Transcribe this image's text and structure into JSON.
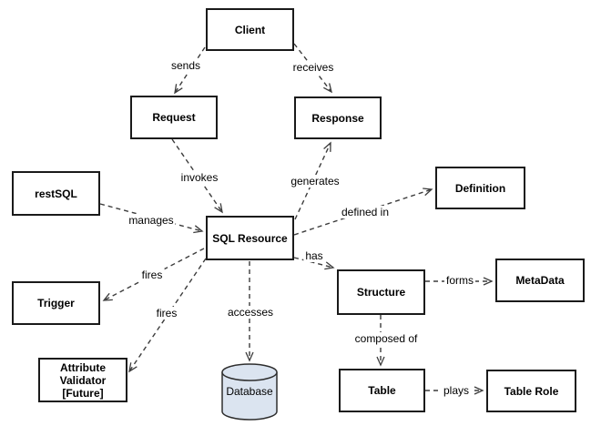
{
  "diagram": {
    "type": "uml-concept-diagram",
    "colors": {
      "node_border": "#1a1a1a",
      "node_fill": "#ffffff",
      "edge_line": "#3c3c3c",
      "text": "#000000",
      "database_fill": "#dbe4f0",
      "database_border": "#2e2e2e",
      "background": "#ffffff"
    },
    "nodes": {
      "client": {
        "label": "Client"
      },
      "request": {
        "label": "Request"
      },
      "response": {
        "label": "Response"
      },
      "restsql": {
        "label": "restSQL"
      },
      "definition": {
        "label": "Definition"
      },
      "sql_resource": {
        "label": "SQL Resource"
      },
      "trigger": {
        "label": "Trigger"
      },
      "structure": {
        "label": "Structure"
      },
      "metadata": {
        "label": "MetaData"
      },
      "attribute_validator": {
        "label_lines": [
          "Attribute",
          "Validator",
          "[Future]"
        ]
      },
      "database": {
        "label": "Database",
        "shape": "cylinder"
      },
      "table": {
        "label": "Table"
      },
      "table_role": {
        "label": "Table Role"
      }
    },
    "edges": {
      "sends": {
        "label": "sends",
        "from": "client",
        "to": "request"
      },
      "receives": {
        "label": "receives",
        "from": "client",
        "to": "response"
      },
      "invokes": {
        "label": "invokes",
        "from": "request",
        "to": "sql_resource"
      },
      "generates": {
        "label": "generates",
        "from": "sql_resource",
        "to": "response"
      },
      "manages": {
        "label": "manages",
        "from": "restsql",
        "to": "sql_resource"
      },
      "defined_in": {
        "label": "defined in",
        "from": "sql_resource",
        "to": "definition"
      },
      "fires_trigger": {
        "label": "fires",
        "from": "sql_resource",
        "to": "trigger"
      },
      "fires_validator": {
        "label": "fires",
        "from": "sql_resource",
        "to": "attribute_validator"
      },
      "accesses": {
        "label": "accesses",
        "from": "sql_resource",
        "to": "database"
      },
      "has": {
        "label": "has",
        "from": "sql_resource",
        "to": "structure"
      },
      "forms": {
        "label": "forms",
        "from": "structure",
        "to": "metadata"
      },
      "composed_of": {
        "label": "composed of",
        "from": "structure",
        "to": "table"
      },
      "plays": {
        "label": "plays",
        "from": "table",
        "to": "table_role"
      }
    }
  }
}
